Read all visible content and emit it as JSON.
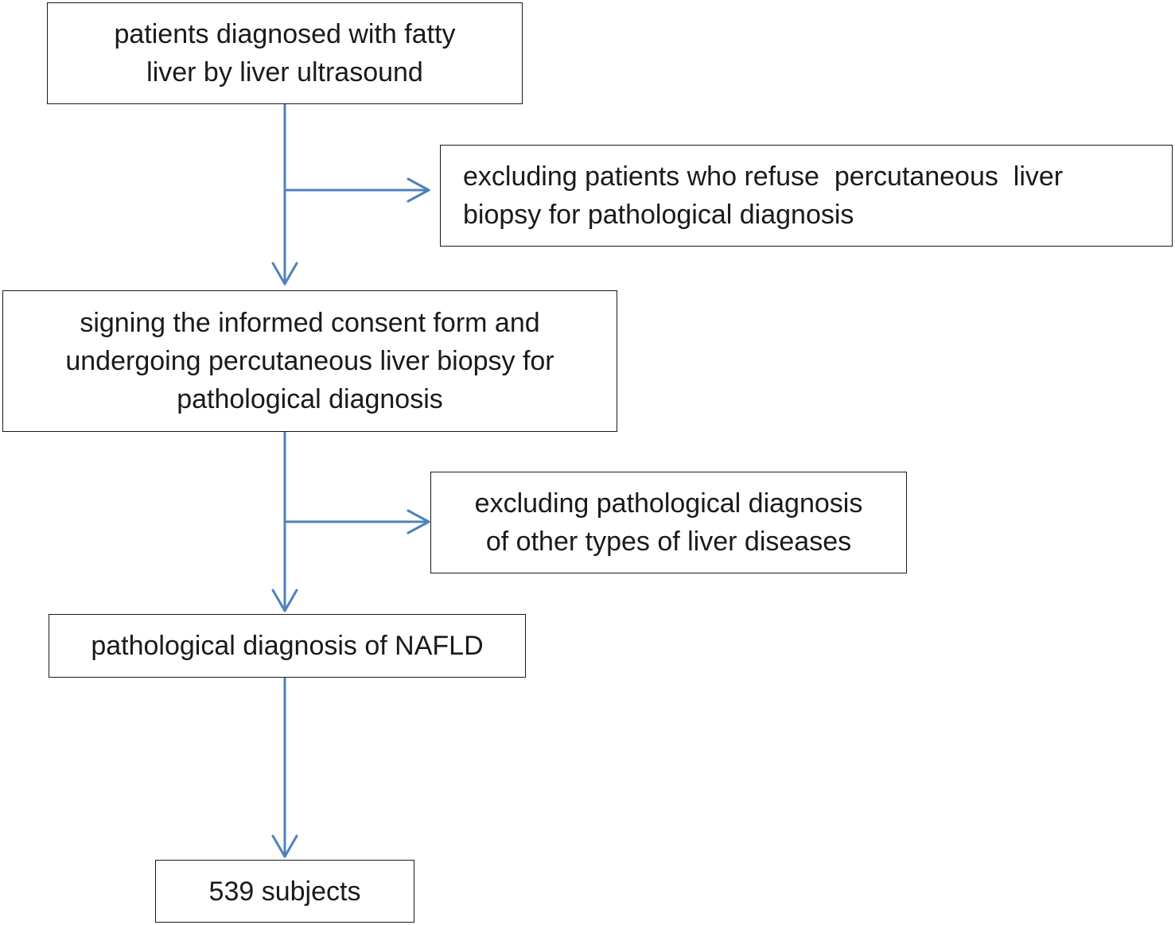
{
  "flowchart": {
    "colors": {
      "arrow": "#4f81bd",
      "box_border": "#1a1a1a",
      "text": "#1a1a1a",
      "background": "#ffffff"
    },
    "nodes": {
      "ultrasound": {
        "lines": [
          "patients diagnosed with fatty",
          "liver by liver ultrasound"
        ]
      },
      "refuse_biopsy": {
        "lines": [
          "excluding patients who refuse  percutaneous  liver",
          "biopsy for pathological diagnosis"
        ]
      },
      "consent_biopsy": {
        "lines": [
          "signing the informed consent form and",
          "undergoing percutaneous liver biopsy for",
          "pathological diagnosis"
        ]
      },
      "other_liver_diseases": {
        "lines": [
          "excluding pathological diagnosis",
          "of other types of liver diseases"
        ]
      },
      "nafld": {
        "lines": [
          "pathological diagnosis of NAFLD"
        ]
      },
      "subjects": {
        "lines": [
          "539 subjects"
        ]
      }
    }
  }
}
